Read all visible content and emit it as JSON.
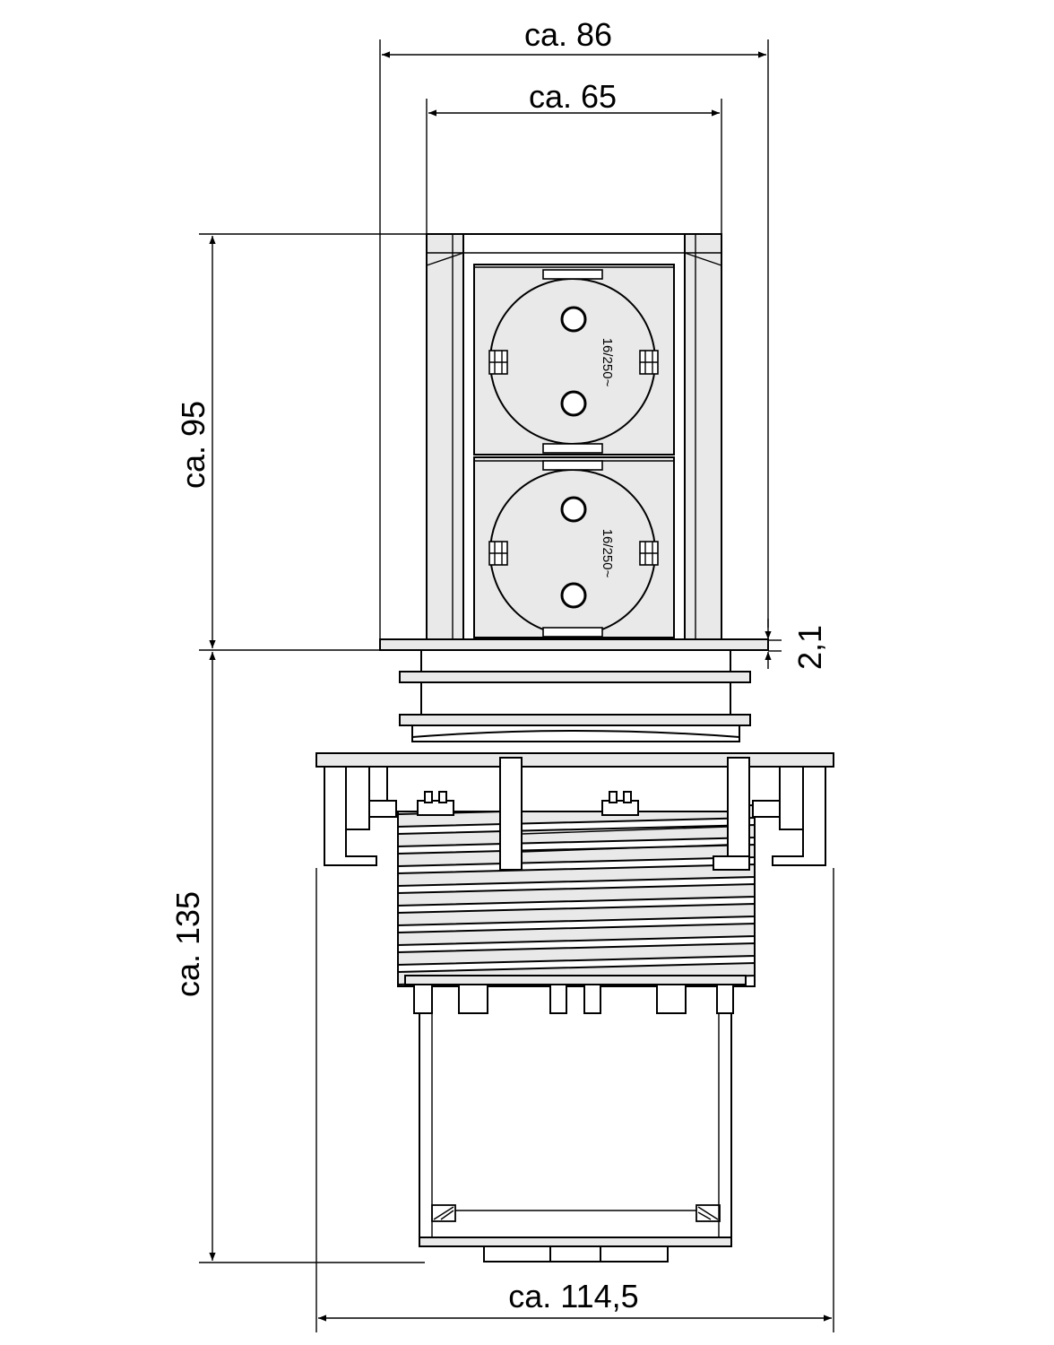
{
  "dimensions": {
    "outer_width": "ca. 86",
    "inner_width": "ca. 65",
    "socket_height": "ca. 95",
    "flange_thickness": "2,1",
    "body_height": "ca. 135",
    "base_width": "ca. 114,5"
  },
  "socket_rating": "16/250~"
}
